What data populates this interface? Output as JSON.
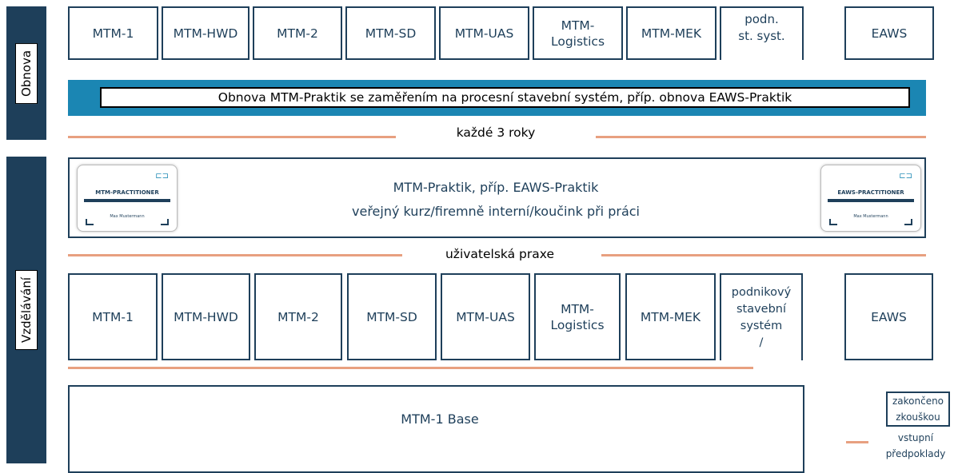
{
  "labels": {
    "renewal": "Obnova",
    "education": "Vzdělávání"
  },
  "renewal_modules": [
    "MTM-1",
    "MTM-HWD",
    "MTM-2",
    "MTM-SD",
    "MTM-UAS",
    "MTM-\nLogistics",
    "MTM-MEK",
    "podn.\nst. syst.",
    "EAWS"
  ],
  "renewal_banner": "Obnova MTM-Praktik se zaměřením na procesní stavební systém, příp. obnova EAWS-Praktik",
  "interval_label": "každé 3 roky",
  "practitioner": {
    "line1": "MTM-Praktik, příp. EAWS-Praktik",
    "line2": "veřejný kurz/firemně interní/koučink při práci",
    "cert_left": {
      "title": "MTM-PRACTITIONER",
      "name": "Max Mustermann"
    },
    "cert_right": {
      "title": "EAWS-PRACTITIONER",
      "name": "Max Mustermann"
    }
  },
  "practice_label": "uživatelská praxe",
  "education_modules": [
    "MTM-1",
    "MTM-HWD",
    "MTM-2",
    "MTM-SD",
    "MTM-UAS",
    "MTM-\nLogistics",
    "MTM-MEK",
    "podnikový\nstavební\nsystém\n/",
    "EAWS"
  ],
  "base": "MTM-1 Base",
  "legend": {
    "exam": "zakončeno\nzkouškou",
    "prereq": "vstupní\npředpoklady"
  },
  "colors": {
    "navy": "#1e3f5a",
    "teal_band": "#1b86b3",
    "orange_line": "#e8a080"
  }
}
